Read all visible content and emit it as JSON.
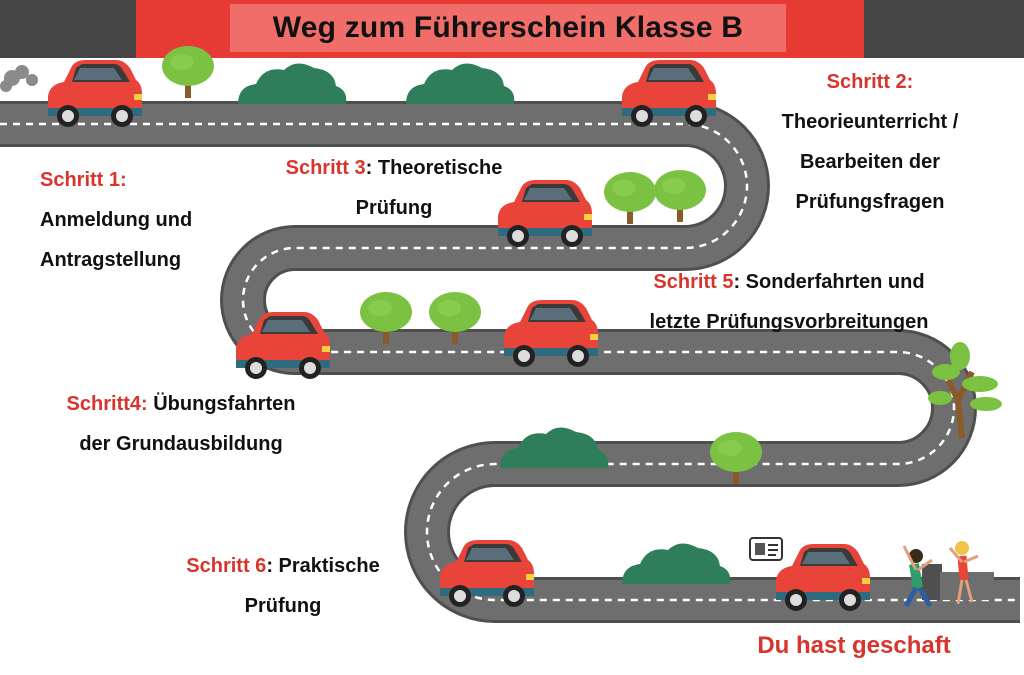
{
  "title": "Weg zum Führerschein Klasse B",
  "steps": [
    {
      "label": "Schritt 1:",
      "lines": [
        "Anmeldung und",
        "Antragstellung"
      ]
    },
    {
      "label": "Schritt 2:",
      "lines": [
        "Theorieunterricht /",
        "Bearbeiten der",
        "Prüfungsfragen"
      ]
    },
    {
      "label": "Schritt 3",
      "text": ": Theoretische",
      "lines": [
        "Prüfung"
      ]
    },
    {
      "label": "Schritt4:",
      "text": " Übungsfahrten",
      "lines": [
        "der Grundausbildung"
      ]
    },
    {
      "label": "Schritt 5",
      "text": ": Sonderfahrten und",
      "lines": [
        "letzte Prüfungsvorbreitungen"
      ]
    },
    {
      "label": "Schritt 6",
      "text": ": Praktische",
      "lines": [
        "Prüfung"
      ]
    }
  ],
  "finish": "Du hast geschaft",
  "colors": {
    "road": "#6e6e6e",
    "road_edge": "#4f4f4f",
    "lane": "#ffffff",
    "car": "#e8443a",
    "step_text": "#d9342b",
    "bush": "#2e7d5b",
    "tree": "#7cc242",
    "trunk": "#8b5a2b",
    "title_bar": "#e83a35",
    "title_box": "#f06d6a",
    "dark_bar": "#444444"
  },
  "icons": [
    "car-icon",
    "tree-icon",
    "bush-icon",
    "license-card-icon",
    "celebrating-people-icon",
    "exhaust-smoke-icon"
  ]
}
